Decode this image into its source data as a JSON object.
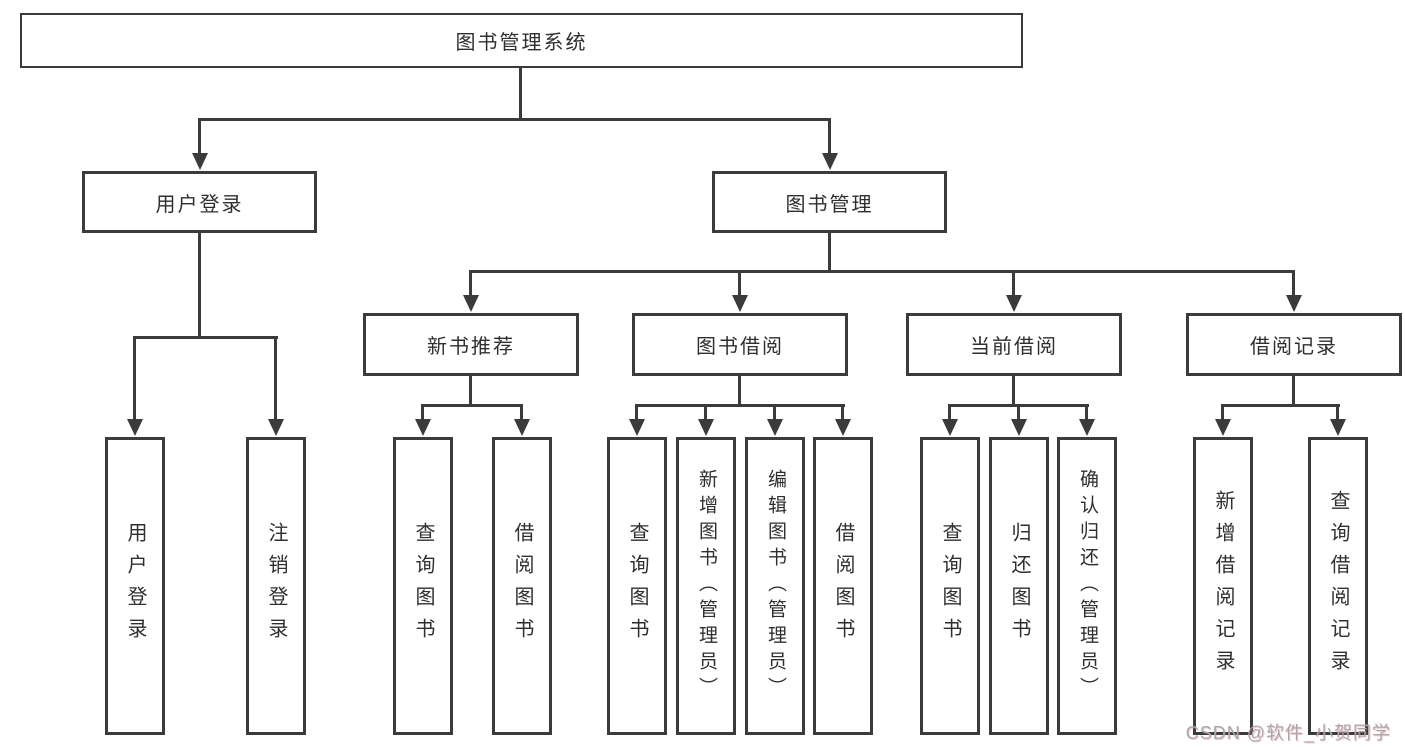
{
  "tree": {
    "label": "图书管理系统",
    "children": [
      {
        "label": "用户登录",
        "children": [
          {
            "label": "用户登录"
          },
          {
            "label": "注销登录"
          }
        ]
      },
      {
        "label": "图书管理",
        "children": [
          {
            "label": "新书推荐",
            "children": [
              {
                "label": "查询图书"
              },
              {
                "label": "借阅图书"
              }
            ]
          },
          {
            "label": "图书借阅",
            "children": [
              {
                "label": "查询图书"
              },
              {
                "label": "新增图书（管理员）"
              },
              {
                "label": "编辑图书（管理员）"
              },
              {
                "label": "借阅图书"
              }
            ]
          },
          {
            "label": "当前借阅",
            "children": [
              {
                "label": "查询图书"
              },
              {
                "label": "归还图书"
              },
              {
                "label": "确认归还（管理员）"
              }
            ]
          },
          {
            "label": "借阅记录",
            "children": [
              {
                "label": "新增借阅记录"
              },
              {
                "label": "查询借阅记录"
              }
            ]
          }
        ]
      }
    ]
  },
  "watermark": {
    "text": "CSDN @软件_小贺同学"
  },
  "colors": {
    "line": "#3b3b3b",
    "box_border": "#3b3b3b",
    "text": "#2f2f2f",
    "background": "#ffffff",
    "watermark": "#a6aaaf"
  }
}
